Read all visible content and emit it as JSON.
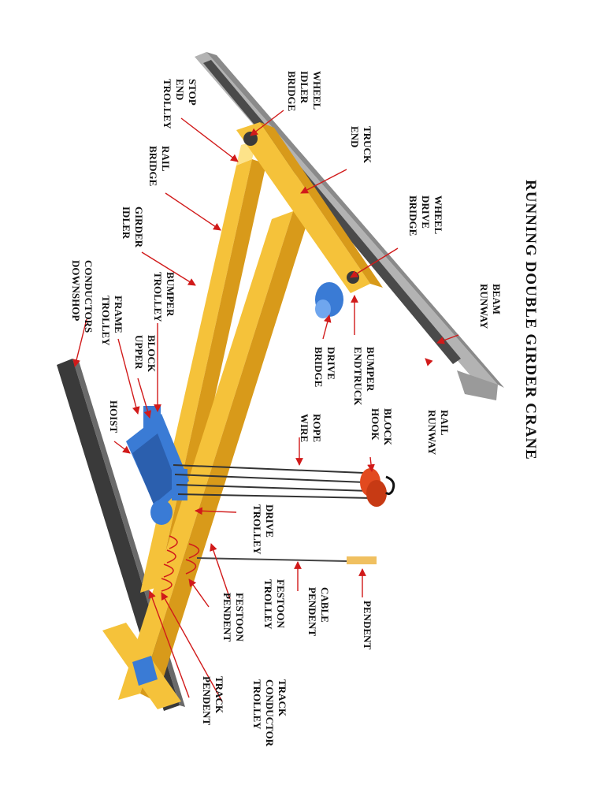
{
  "title": "RUNNING DOUBLE GIRDER CRANE",
  "colors": {
    "girder": "#f5c23a",
    "girder_dark": "#d89a1a",
    "girder_light": "#fde38a",
    "runway": "#a9a9a9",
    "runway_dark": "#6f6f6f",
    "rail": "#3a3a3a",
    "hoist": "#3a7bd5",
    "hook": "#e24a1f",
    "arrow": "#d11a1a"
  },
  "labels": {
    "bridge_idler_wheel": [
      "BRIDGE",
      "IDLER",
      "WHEEL"
    ],
    "trolley_end_stop": [
      "TROLLEY",
      "END",
      "STOP"
    ],
    "end_truck": [
      "END",
      "TRUCK"
    ],
    "bridge_rail": [
      "BRIDGE",
      "RAIL"
    ],
    "idler_girder": [
      "IDLER",
      "GIRDER"
    ],
    "bridge_drive_wheel": [
      "BRIDGE",
      "DRIVE",
      "WHEEL"
    ],
    "downshop_conductors": [
      "DOWNSHOP",
      "CONDUCTORS"
    ],
    "trolley_frame": [
      "TROLLEY",
      "FRAME"
    ],
    "trolley_bumper": [
      "TROLLEY",
      "BUMPER"
    ],
    "upper_block": [
      "UPPER",
      "BLOCK"
    ],
    "runway_beam": [
      "RUNWAY",
      "BEAM"
    ],
    "bridge_drive": [
      "BRIDGE",
      "DRIVE"
    ],
    "endtruck_bumper": [
      "ENDTRUCK",
      "BUMPER"
    ],
    "hoist": [
      "HOIST"
    ],
    "wire_rope": [
      "WIRE",
      "ROPE"
    ],
    "hook_block": [
      "HOOK",
      "BLOCK"
    ],
    "runway_rail": [
      "RUNWAY",
      "RAIL"
    ],
    "trolley_drive": [
      "TROLLEY",
      "DRIVE"
    ],
    "pendent_festoon": [
      "PENDENT",
      "FESTOON"
    ],
    "trolley_festoon": [
      "TROLLEY",
      "FESTOON"
    ],
    "pendent_cable": [
      "PENDENT",
      "CABLE"
    ],
    "pendent": [
      "PENDENT"
    ],
    "pendent_track": [
      "PENDENT",
      "TRACK"
    ],
    "trolley_conductor_track": [
      "TROLLEY",
      "CONDUCTOR",
      "TRACK"
    ]
  }
}
